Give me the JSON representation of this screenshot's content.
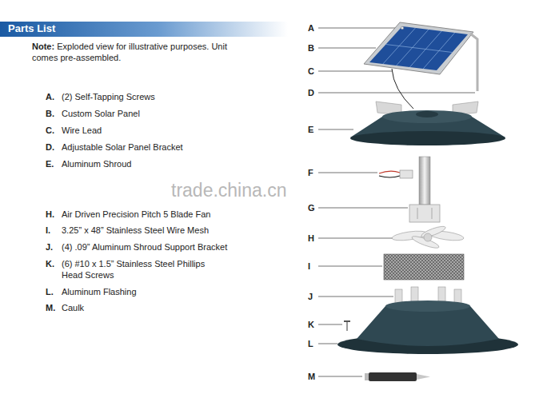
{
  "diagram": {
    "title": "Parts List",
    "labels": [
      "Note:",
      "Exploded view for illustrative purposes. Unit comes pre-assembled.",
      "A.",
      "(2) Self-Tapping Screws",
      "B.",
      "Custom Solar Panel",
      "C.",
      "Wire Lead",
      "D.",
      "Adjustable Solar Panel Bracket",
      "E.",
      "Aluminum Shroud",
      "H.",
      "Air Driven Precision Pitch 5 Blade Fan",
      "I.",
      "3.25” x 48” Stainless Steel Wire Mesh",
      "J.",
      "(4) .09” Aluminum Shroud Support Bracket",
      "K.",
      "(6) #10 x 1.5” Stainless Steel Phillips Head Screws",
      "L.",
      "Aluminum Flashing",
      "M.",
      "Caulk",
      "A",
      "B",
      "C",
      "D",
      "E",
      "F",
      "G",
      "H",
      "I",
      "J",
      "K",
      "L",
      "M",
      "trade.china.cn"
    ]
  }
}
